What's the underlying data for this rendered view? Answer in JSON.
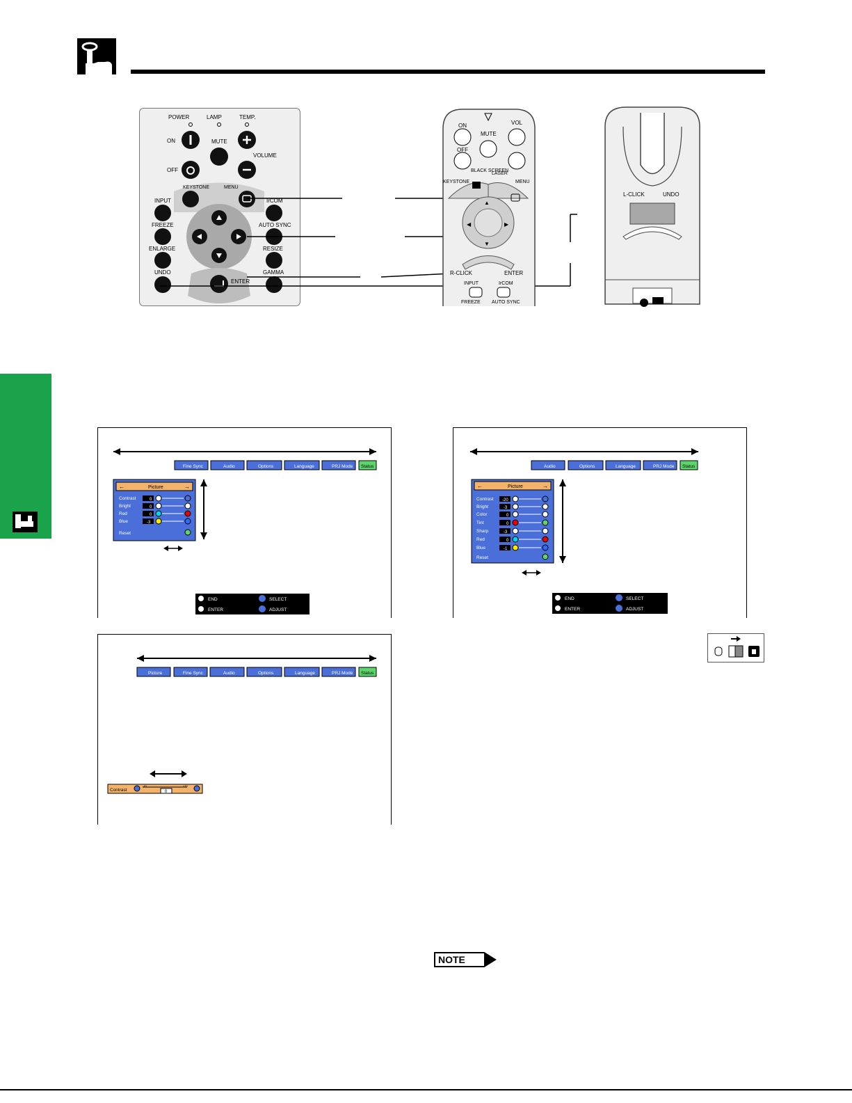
{
  "projector_panel": {
    "power": "POWER",
    "lamp": "LAMP",
    "temp": "TEMP.",
    "on": "ON",
    "off": "OFF",
    "mute": "MUTE",
    "volume": "VOLUME",
    "keystone": "KEYSTONE",
    "menu": "MENU",
    "input": "INPUT",
    "ircom": "IrCOM",
    "freeze": "FREEZE",
    "auto_sync": "AUTO SYNC",
    "enlarge": "ENLARGE",
    "resize": "RESIZE",
    "undo": "UNDO",
    "gamma": "GAMMA",
    "enter": "ENTER"
  },
  "remote_front": {
    "on": "ON",
    "mute": "MUTE",
    "vol": "VOL",
    "off": "OFF",
    "black_screen": "BLACK SCREEN",
    "laser": "LASER",
    "keystone": "KEYSTONE",
    "menu": "MENU",
    "r_click": "R-CLICK",
    "enter": "ENTER",
    "input": "INPUT",
    "ircom": "IrCOM",
    "freeze": "FREEZE",
    "auto_sync": "AUTO SYNC"
  },
  "remote_back": {
    "l_click": "L-CLICK",
    "undo": "UNDO"
  },
  "osd1": {
    "tabs": [
      "Fine Sync",
      "Audio",
      "Options",
      "Language",
      "PRJ Mode",
      "Status"
    ],
    "title": "Picture",
    "rows": [
      {
        "label": "Contrast",
        "value": "0"
      },
      {
        "label": "Bright",
        "value": "0"
      },
      {
        "label": "Red",
        "value": "0"
      },
      {
        "label": "Blue",
        "value": "-3"
      }
    ],
    "reset": "Reset",
    "guide": {
      "end": "END",
      "enter": "ENTER",
      "select": "SELECT",
      "adjust": "ADJUST"
    }
  },
  "osd2": {
    "tabs": [
      "Audio",
      "Options",
      "Language",
      "PRJ Mode",
      "Status"
    ],
    "title": "Picture",
    "rows": [
      {
        "label": "Contrast",
        "value": "-20"
      },
      {
        "label": "Bright",
        "value": "-3"
      },
      {
        "label": "Color",
        "value": "0"
      },
      {
        "label": "Tint",
        "value": "0"
      },
      {
        "label": "Sharp",
        "value": "-3"
      },
      {
        "label": "Red",
        "value": "0"
      },
      {
        "label": "Blue",
        "value": "-1"
      }
    ],
    "reset": "Reset",
    "guide": {
      "end": "END",
      "enter": "ENTER",
      "select": "SELECT",
      "adjust": "ADJUST"
    }
  },
  "osd3": {
    "tabs": [
      "Picture",
      "Fine Sync",
      "Audio",
      "Options",
      "Language",
      "PRJ Mode",
      "Status"
    ],
    "bar_label": "Contrast",
    "bar_min": "-30",
    "bar_max": "+30",
    "bar_value": "0"
  },
  "note": "NOTE",
  "colors": {
    "accent_green": "#1aa34a",
    "osd_blue": "#4a6fd8",
    "osd_orange": "#f3b36a"
  }
}
